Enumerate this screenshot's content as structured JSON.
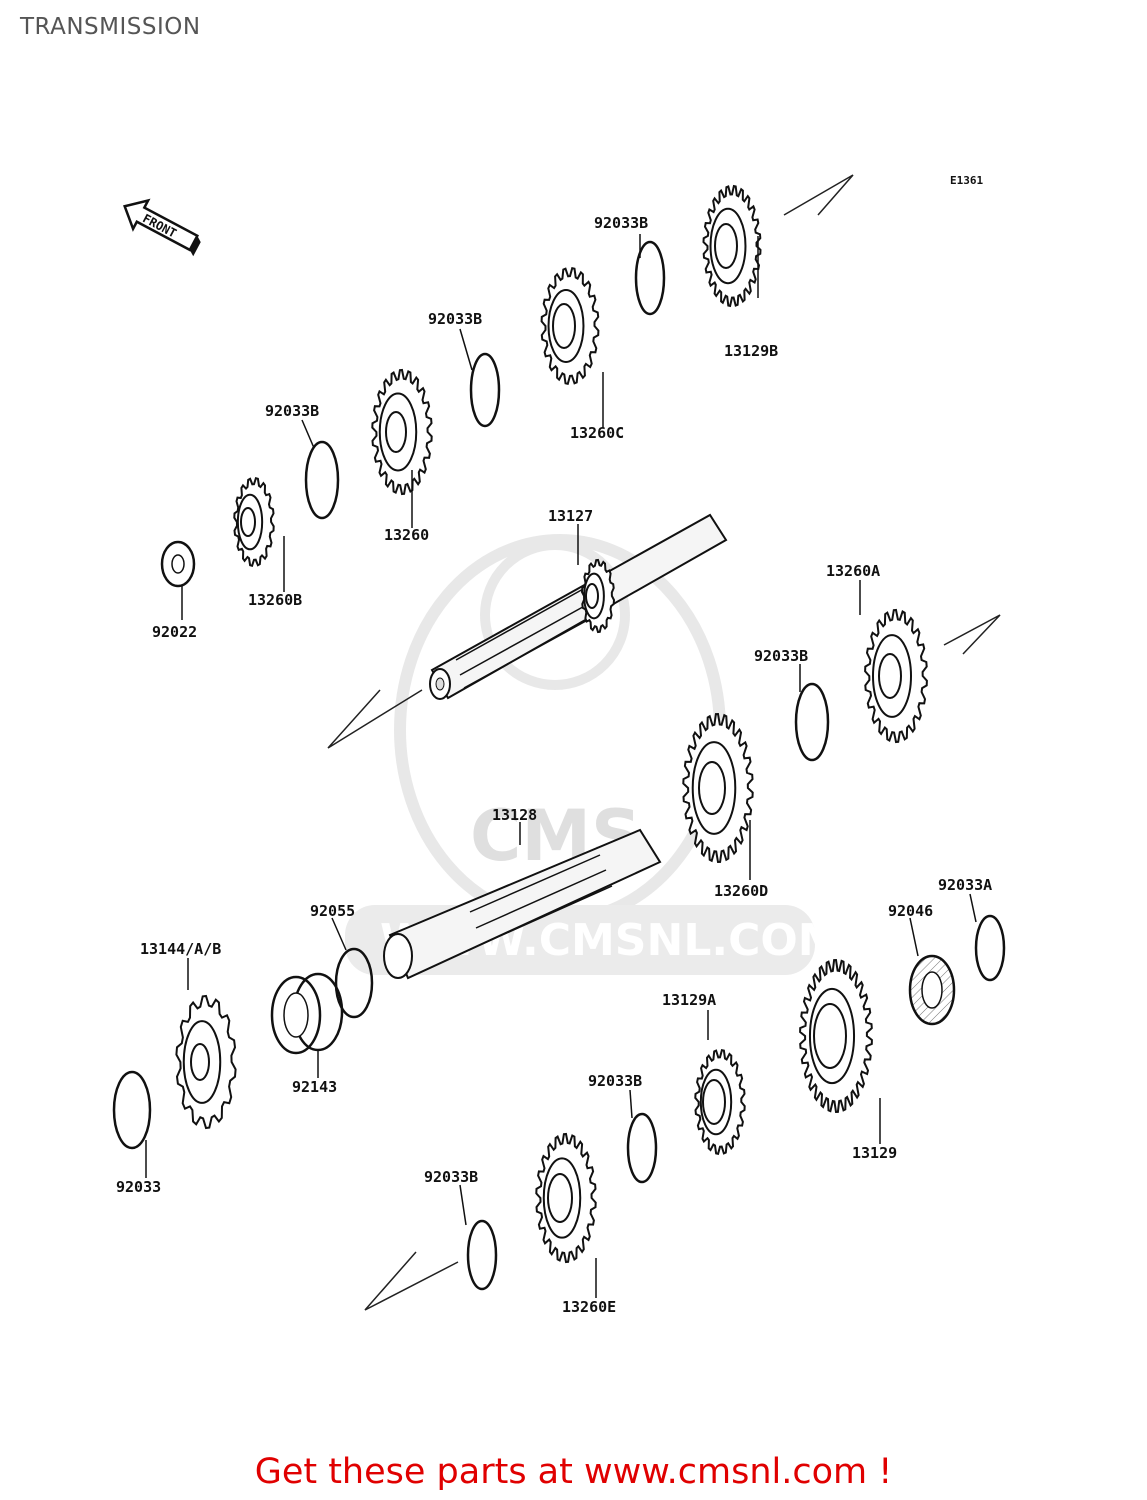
{
  "header": {
    "title": "TRANSMISSION"
  },
  "diagram": {
    "code": "E1361",
    "front_label": "FRONT",
    "watermark": {
      "brand": "CMS",
      "url": "WWW.CMSNL.COM"
    },
    "parts": {
      "p92033B_a": "92033B",
      "p13129B": "13129B",
      "p92033B_b": "92033B",
      "p13260C": "13260C",
      "p92033B_c": "92033B",
      "p13260": "13260",
      "p13260B": "13260B",
      "p92022": "92022",
      "p13127": "13127",
      "p13260A": "13260A",
      "p92033B_d": "92033B",
      "p13128": "13128",
      "p13260D": "13260D",
      "p92055": "92055",
      "p13144": "13144/A/B",
      "p92143": "92143",
      "p92033": "92033",
      "p92046": "92046",
      "p92033A": "92033A",
      "p13129A": "13129A",
      "p92033B_e": "92033B",
      "p13129": "13129",
      "p92033B_f": "92033B",
      "p13260E": "13260E"
    }
  },
  "footer": {
    "text": "Get these parts at www.cmsnl.com !"
  }
}
